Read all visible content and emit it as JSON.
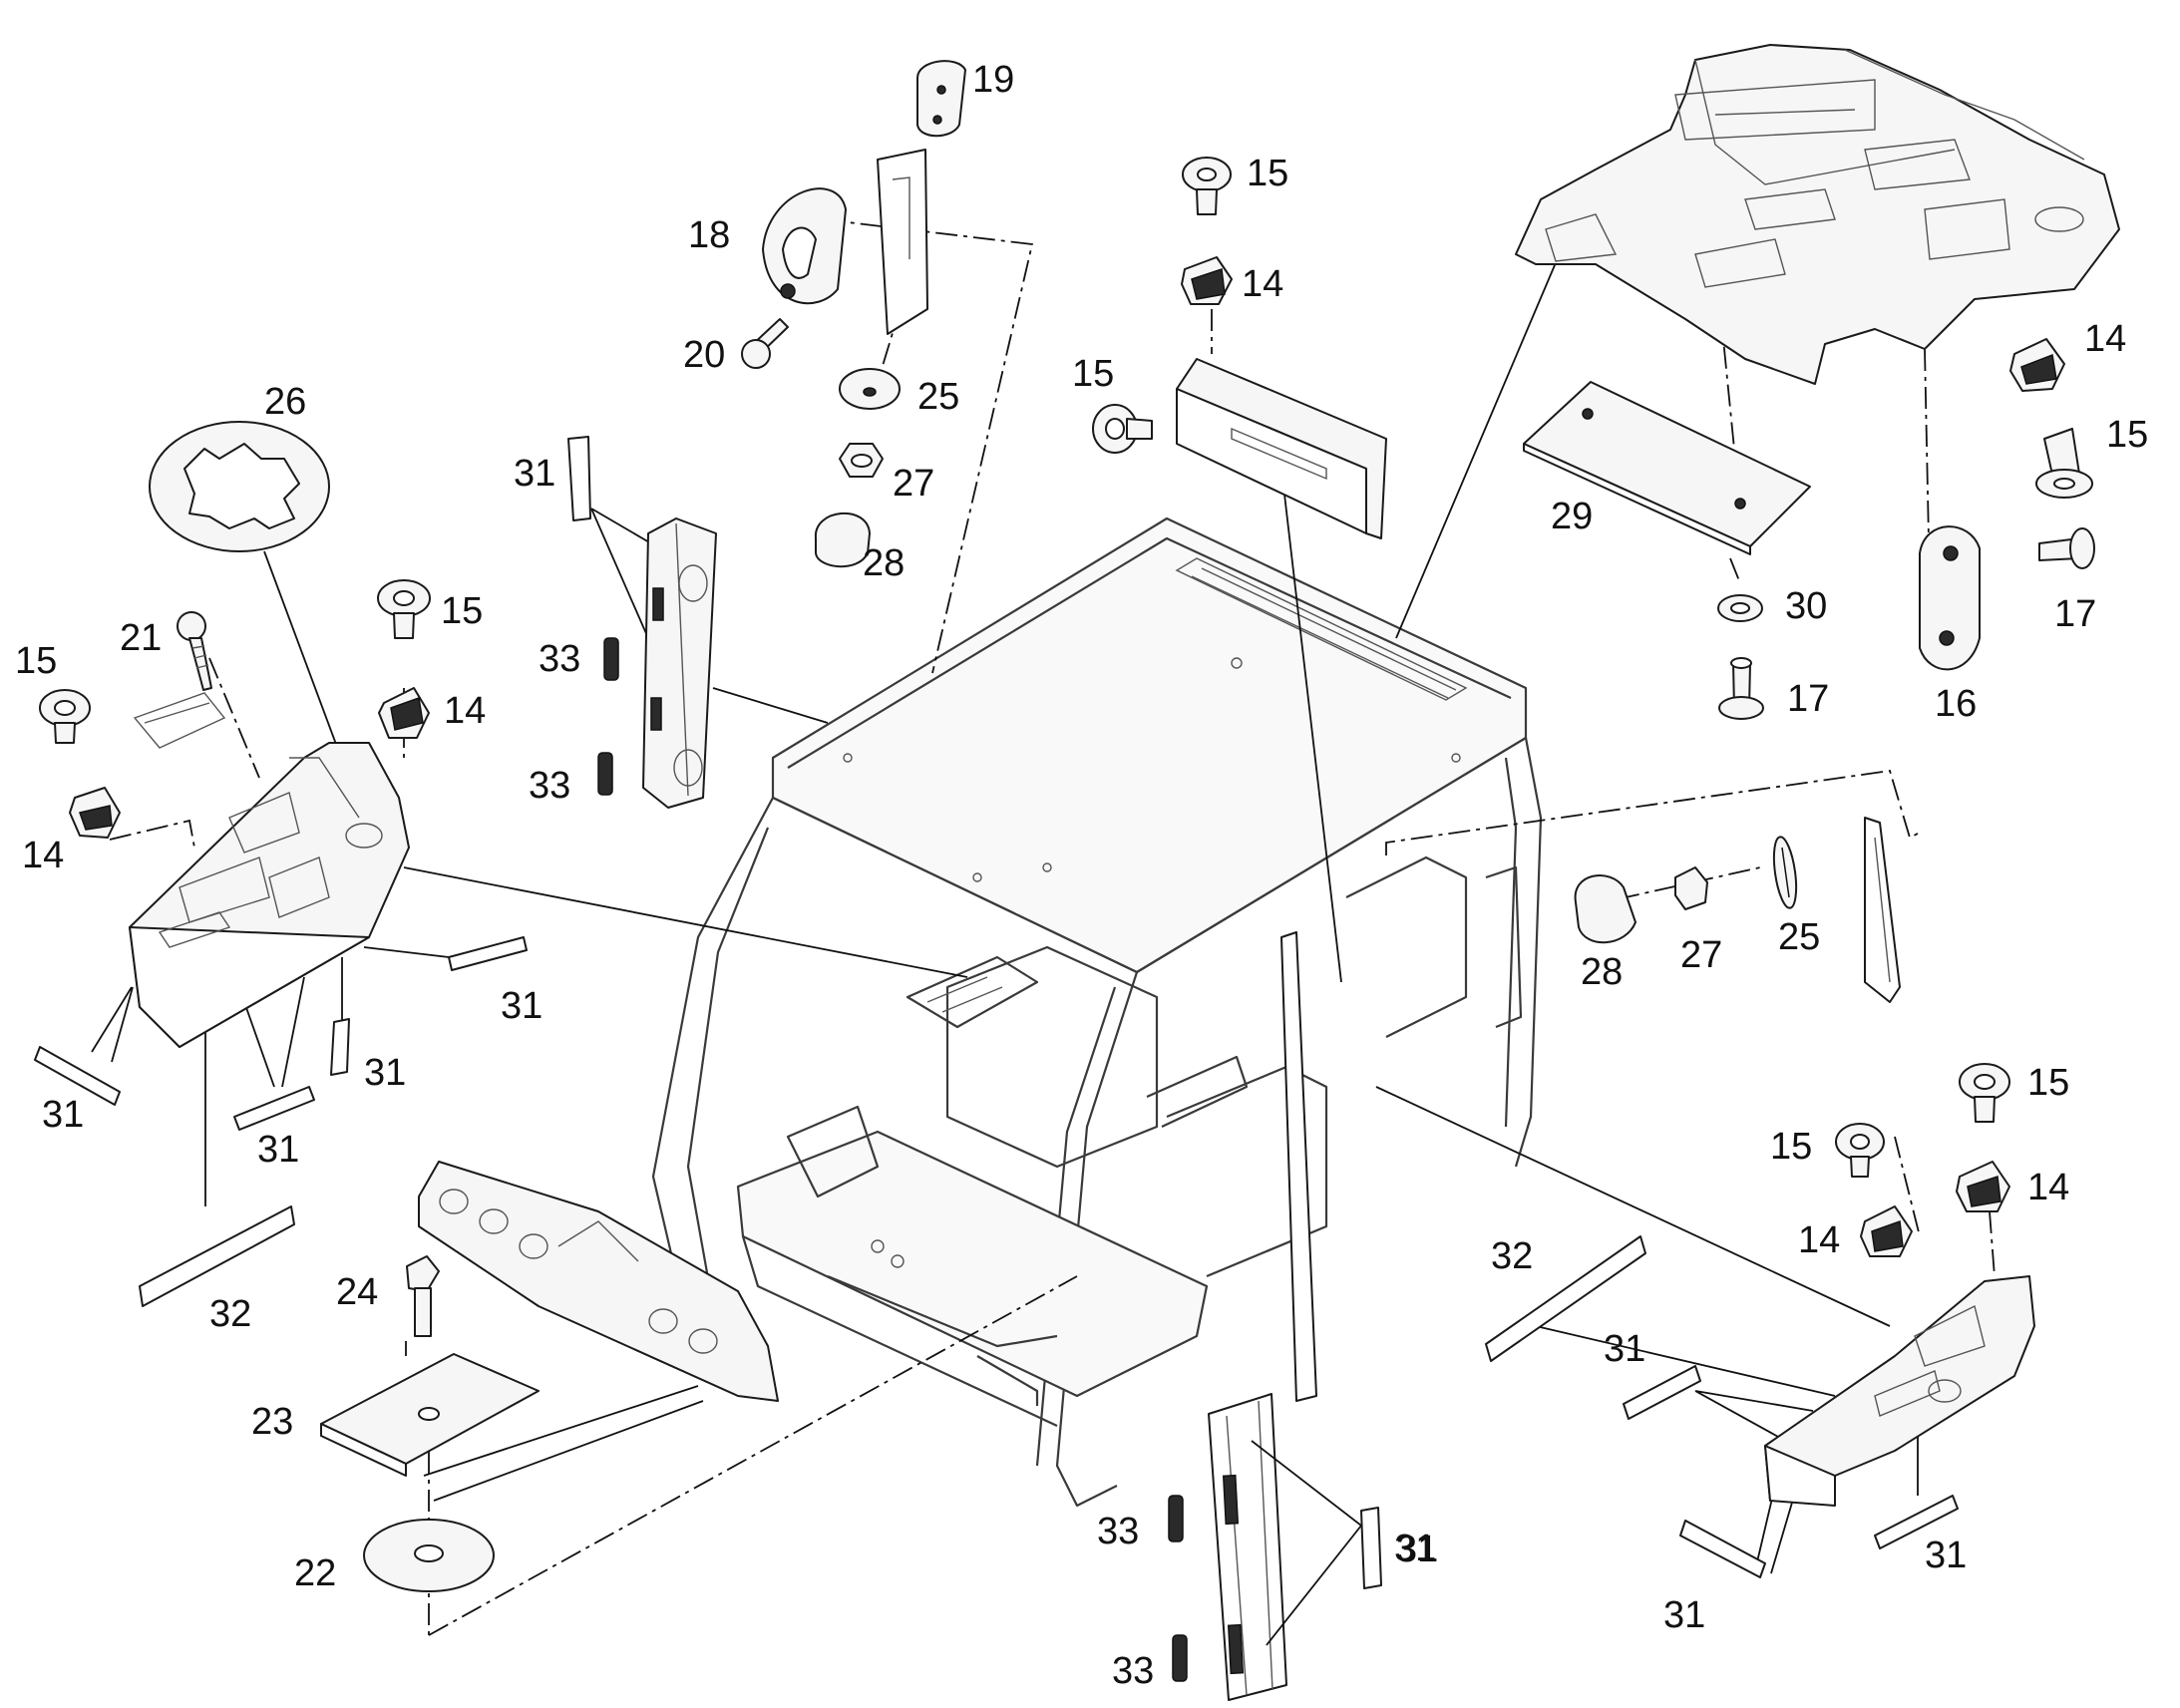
{
  "callouts": [
    {
      "id": "c19a",
      "text": "19"
    },
    {
      "id": "c18a",
      "text": "18"
    },
    {
      "id": "c20a",
      "text": "20"
    },
    {
      "id": "c25a",
      "text": "25"
    },
    {
      "id": "c27a",
      "text": "27"
    },
    {
      "id": "c28a",
      "text": "28"
    },
    {
      "id": "c26a",
      "text": "26"
    },
    {
      "id": "c15a",
      "text": "15"
    },
    {
      "id": "c21a",
      "text": "21"
    },
    {
      "id": "c15b",
      "text": "15"
    },
    {
      "id": "c14a",
      "text": "14"
    },
    {
      "id": "c14b",
      "text": "14"
    },
    {
      "id": "c31a",
      "text": "31"
    },
    {
      "id": "c31b",
      "text": "31"
    },
    {
      "id": "c31c",
      "text": "31"
    },
    {
      "id": "c31d",
      "text": "31"
    },
    {
      "id": "c31e",
      "text": "31"
    },
    {
      "id": "c32a",
      "text": "32"
    },
    {
      "id": "c31f",
      "text": "31"
    },
    {
      "id": "c33a",
      "text": "33"
    },
    {
      "id": "c33b",
      "text": "33"
    },
    {
      "id": "c24a",
      "text": "24"
    },
    {
      "id": "c23a",
      "text": "23"
    },
    {
      "id": "c22a",
      "text": "22"
    },
    {
      "id": "c15c",
      "text": "15"
    },
    {
      "id": "c14c",
      "text": "14"
    },
    {
      "id": "c15d",
      "text": "15"
    },
    {
      "id": "c14d",
      "text": "14"
    },
    {
      "id": "c15e",
      "text": "15"
    },
    {
      "id": "c29a",
      "text": "29"
    },
    {
      "id": "c30a",
      "text": "30"
    },
    {
      "id": "c17a",
      "text": "17"
    },
    {
      "id": "c16a",
      "text": "16"
    },
    {
      "id": "c17b",
      "text": "17"
    },
    {
      "id": "c28b",
      "text": "28"
    },
    {
      "id": "c27b",
      "text": "27"
    },
    {
      "id": "c25b",
      "text": "25"
    },
    {
      "id": "c15f",
      "text": "15"
    },
    {
      "id": "c15g",
      "text": "15"
    },
    {
      "id": "c14e",
      "text": "14"
    },
    {
      "id": "c14f",
      "text": "14"
    },
    {
      "id": "c32b",
      "text": "32"
    },
    {
      "id": "c31g",
      "text": "31"
    },
    {
      "id": "c31h",
      "text": "31"
    },
    {
      "id": "c31i",
      "text": "31"
    },
    {
      "id": "c33c",
      "text": "33"
    },
    {
      "id": "c31j",
      "text": "31"
    },
    {
      "id": "c33d",
      "text": "33"
    }
  ],
  "icons": {
    "screw": "screw-icon",
    "clip": "clip-nut-icon",
    "washer": "washer-icon",
    "nut": "hex-nut-icon",
    "cap": "cap-icon",
    "label": "label-strip-icon",
    "spring": "spring-icon"
  }
}
